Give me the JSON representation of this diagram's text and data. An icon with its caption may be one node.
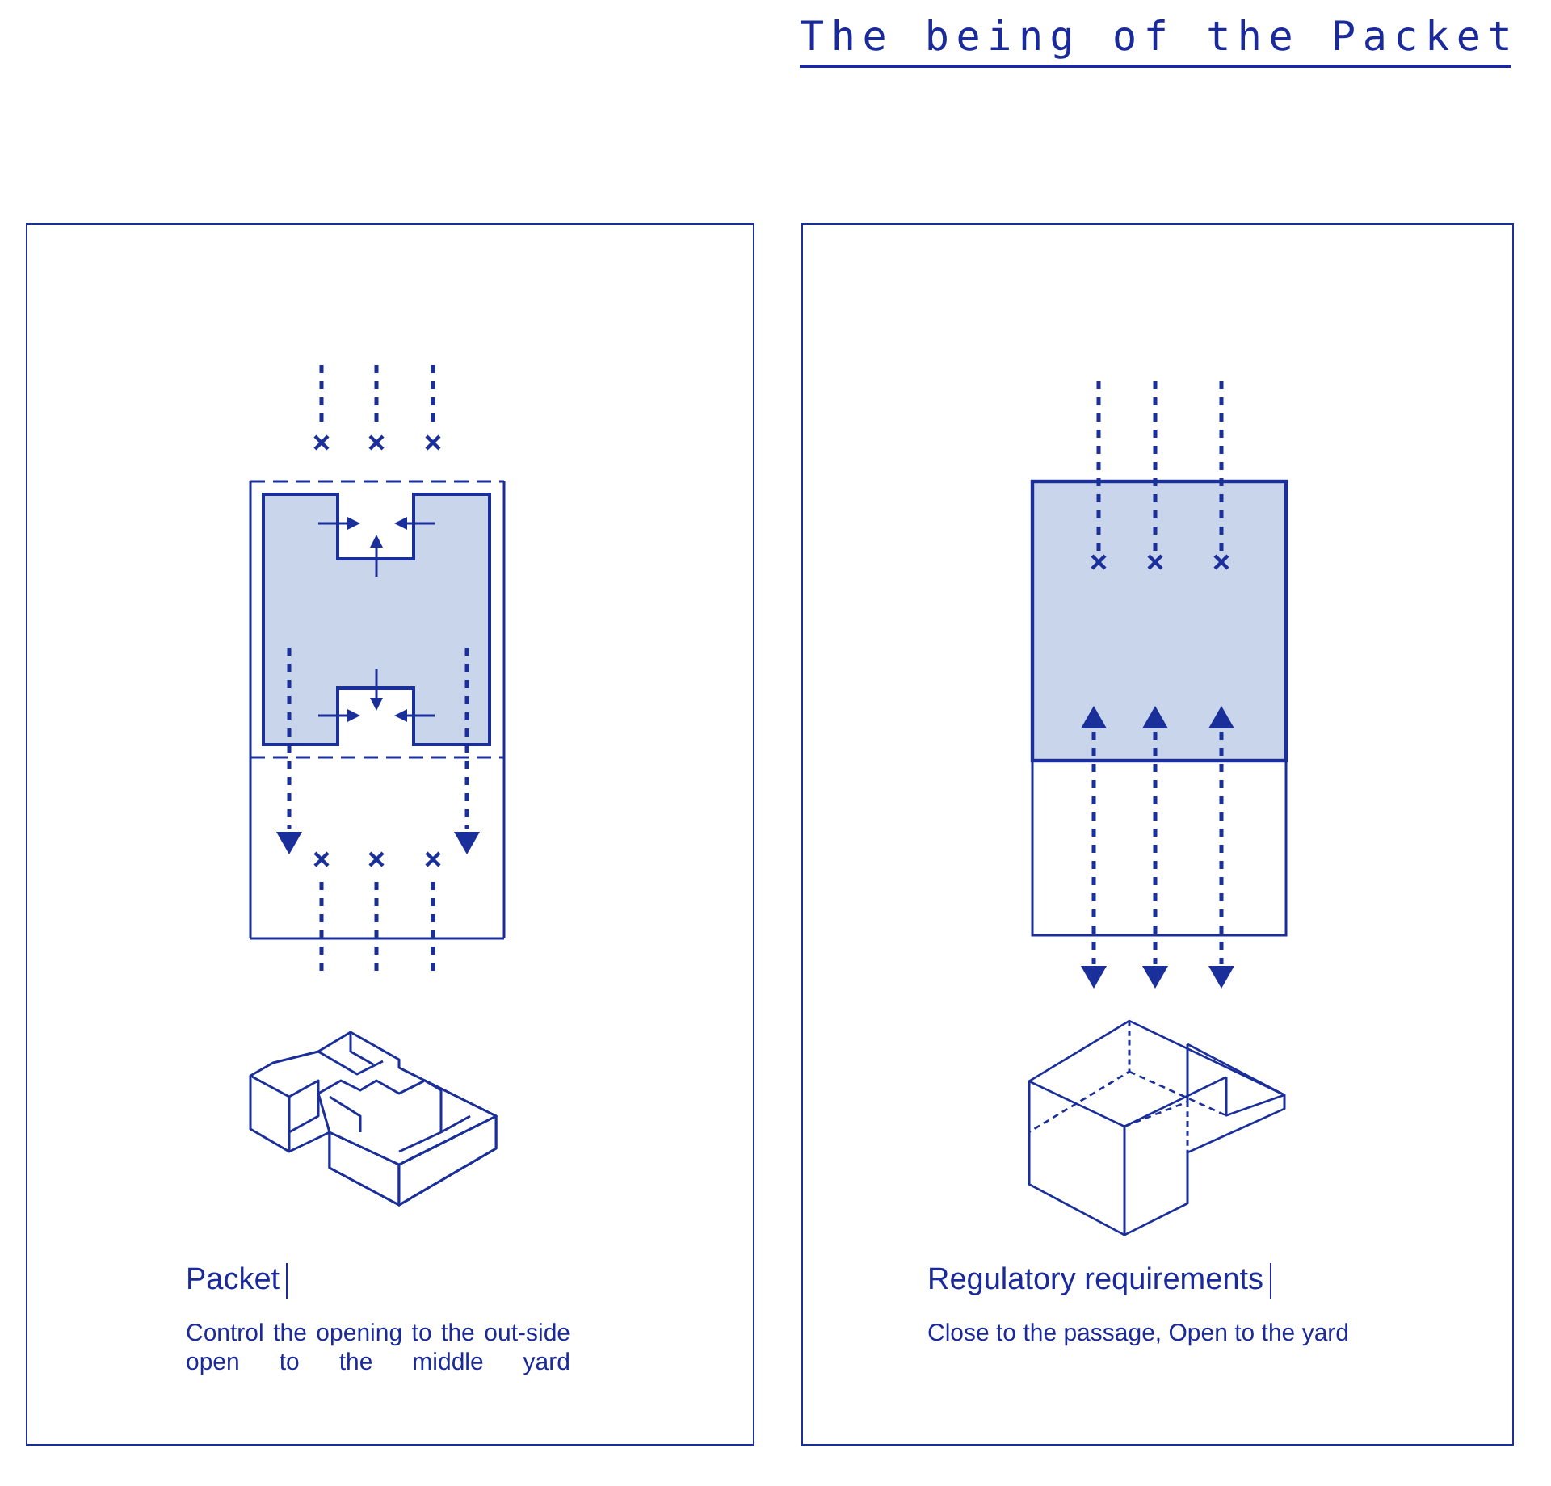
{
  "diagram": {
    "title": "The being of the Packet",
    "nodes": [
      {
        "text": [
          "Packet",
          "Control the opening to the out-side open to the middle yard"
        ]
      },
      {
        "text": [
          "Regulatory requirements",
          "Close to the passage, Open to the yard"
        ]
      }
    ]
  }
}
